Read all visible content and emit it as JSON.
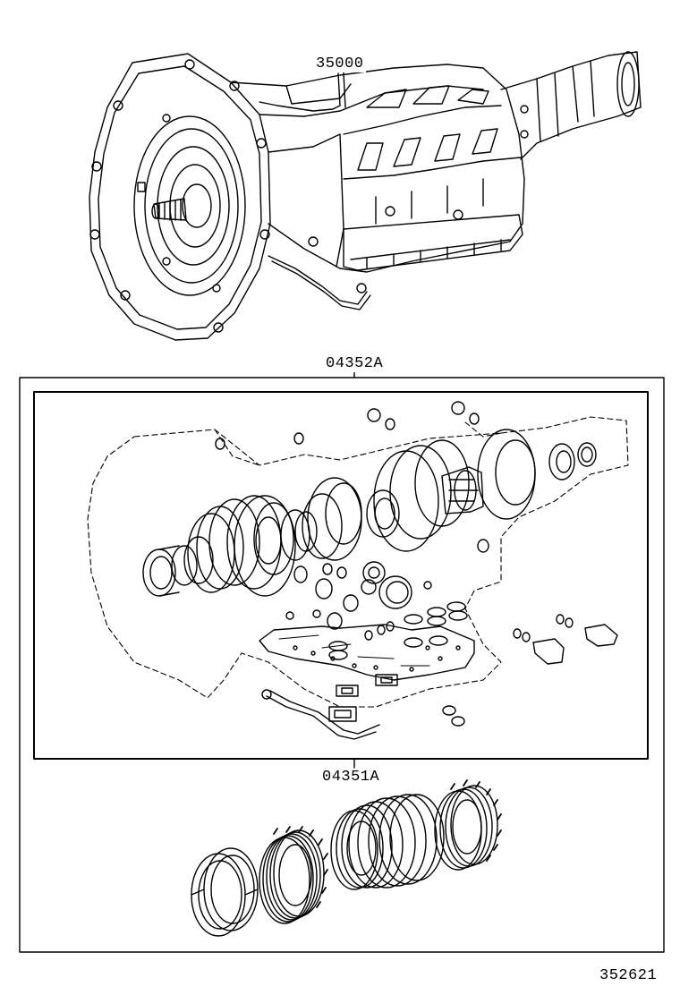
{
  "diagram": {
    "labels": {
      "assembly": "35000",
      "overhaul_kit": "04352A",
      "gasket_kit": "04351A",
      "illustration_no": "352621"
    },
    "icons": [
      "transmission-assembly-icon",
      "gasket-seal-kit-icon",
      "clutch-disc-pack-icon"
    ]
  }
}
